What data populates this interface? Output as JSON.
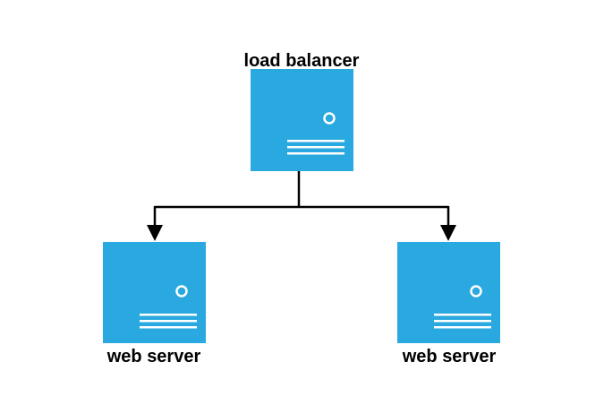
{
  "colors": {
    "server_fill": "#2aa9e0",
    "server_detail": "#ffffff",
    "connector": "#000000",
    "background": "#ffffff"
  },
  "nodes": {
    "load_balancer": {
      "label": "load balancer",
      "icon": "server-icon"
    },
    "web_server_left": {
      "label": "web server",
      "icon": "server-icon"
    },
    "web_server_right": {
      "label": "web server",
      "icon": "server-icon"
    }
  },
  "edges": [
    {
      "from": "load balancer",
      "to": "web server (left)",
      "arrow": "end"
    },
    {
      "from": "load balancer",
      "to": "web server (right)",
      "arrow": "end"
    }
  ]
}
